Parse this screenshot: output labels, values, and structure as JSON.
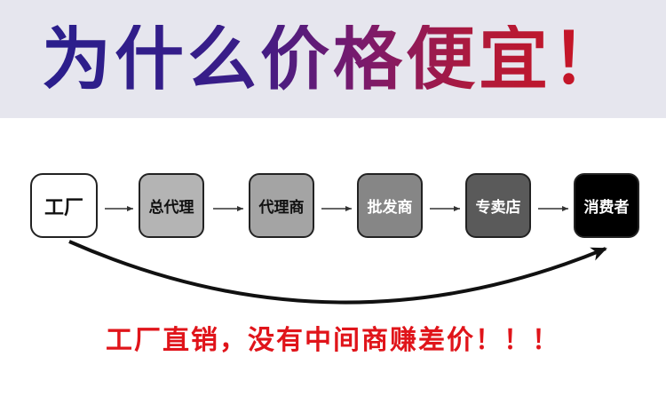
{
  "header": {
    "title": "为什么价格便宜！"
  },
  "flow": {
    "nodes": [
      {
        "label": "工厂"
      },
      {
        "label": "总代理"
      },
      {
        "label": "代理商"
      },
      {
        "label": "批发商"
      },
      {
        "label": "专卖店"
      },
      {
        "label": "消费者"
      }
    ]
  },
  "slogan": "工厂直销，没有中间商赚差价！！！",
  "colors": {
    "banner_bg": "#e6e6ee",
    "title_start": "#2a1e8c",
    "title_end": "#d0141e",
    "slogan": "#e0141a"
  }
}
